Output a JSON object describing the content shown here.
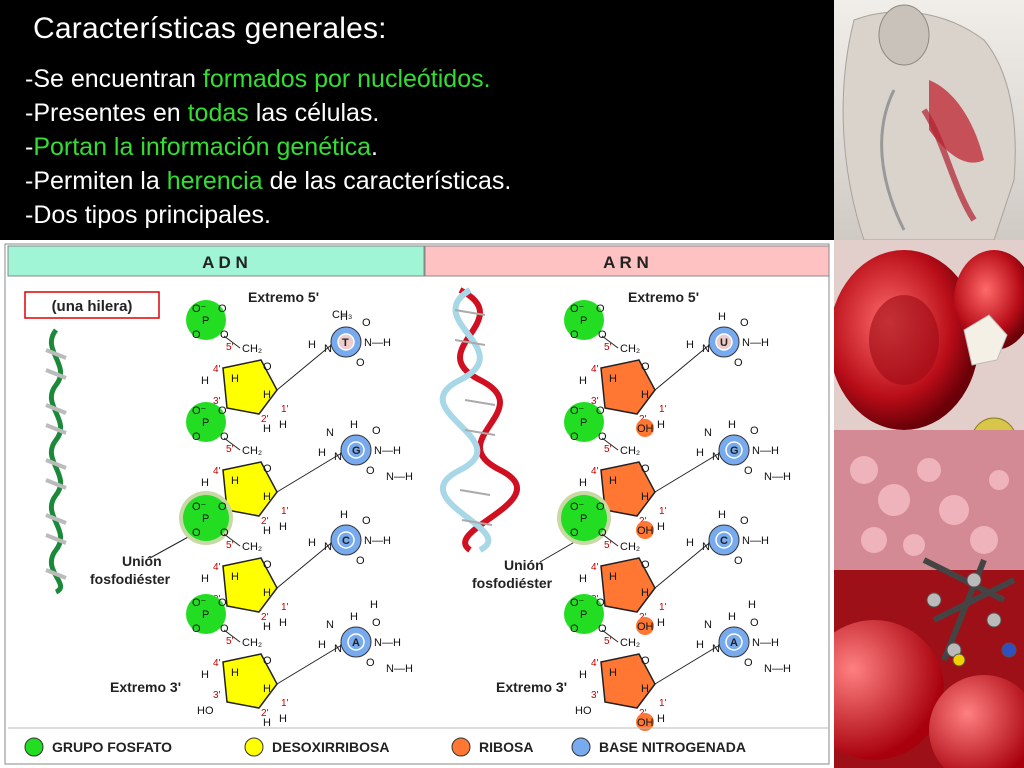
{
  "slide": {
    "title": "Características generales:",
    "bullets": [
      {
        "prefix": "-Se encuentran ",
        "highlight": "formados por nucleótidos.",
        "suffix": ""
      },
      {
        "prefix": "-Presentes en ",
        "highlight": "todas",
        "suffix": " las células."
      },
      {
        "prefix": "-",
        "highlight": "Portan la información genética",
        "suffix": "."
      },
      {
        "prefix": "-Permiten la ",
        "highlight": "herencia",
        "suffix": " de las características."
      },
      {
        "prefix": "-Dos tipos principales.",
        "highlight": "",
        "suffix": ""
      }
    ],
    "highlight_color": "#33dd33"
  },
  "diagram": {
    "adn_header": "A D N",
    "arn_header": "A R N",
    "una_hilera": "(una hilera)",
    "extremo5": "Extremo 5'",
    "extremo3": "Extremo 3'",
    "union_line1": "Unión",
    "union_line2": "fosfodiéster",
    "adn_bases": [
      "T",
      "G",
      "C",
      "A"
    ],
    "arn_bases": [
      "U",
      "G",
      "C",
      "A"
    ],
    "legend": [
      "GRUPO FOSFATO",
      "DESOXIRRIBOSA",
      "RIBOSA",
      "BASE NITROGENADA"
    ],
    "colors": {
      "adn_header_bg": "#9ff5d6",
      "arn_header_bg": "#ffc2c2",
      "phosphate": "#22dd22",
      "deoxyribose": "#ffff00",
      "ribose": "#ff7733",
      "base": "#77aaee"
    }
  }
}
